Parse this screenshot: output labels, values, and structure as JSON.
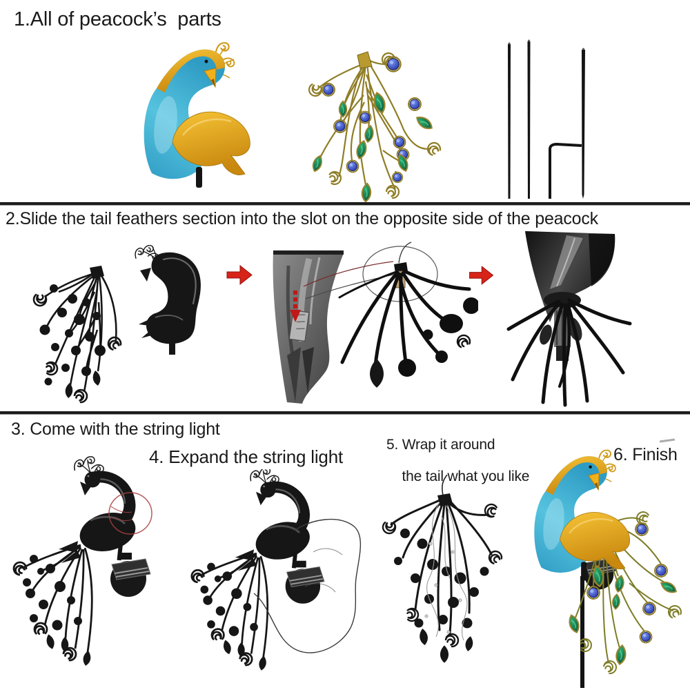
{
  "steps": {
    "step1": "1.All of peacock’s  parts",
    "step2": "2.Slide the tail feathers section into the slot on the opposite side of the peacock",
    "step3": "3. Come with the string light",
    "step4": "4. Expand the string light",
    "step5_line1": "5. Wrap it around",
    "step5_line2": "the tail what you like",
    "step6": "6. Finish"
  },
  "figures": {
    "section1": [
      "peacock-body",
      "tail-feathers-jeweled",
      "ground-stakes"
    ],
    "section2": [
      "tail-feathers-black",
      "peacock-black",
      "arrow-right",
      "slot-closeup",
      "connector-detail",
      "arrow-right",
      "assembled-back-view"
    ],
    "section3": [
      "peacock-with-solar-panel",
      "peacock-with-string-light",
      "feathers-wrapped-string",
      "finished-peacock"
    ]
  },
  "colors": {
    "accent_red": "#d82318",
    "peacock_teal": "#35a9cf",
    "peacock_gold": "#eaa91b",
    "gem_blue": "#2743c9",
    "gem_green": "#0b7a46",
    "wire_gold": "#8f7d2a",
    "metal_black": "#161616",
    "divider": "#1c1c1c"
  }
}
